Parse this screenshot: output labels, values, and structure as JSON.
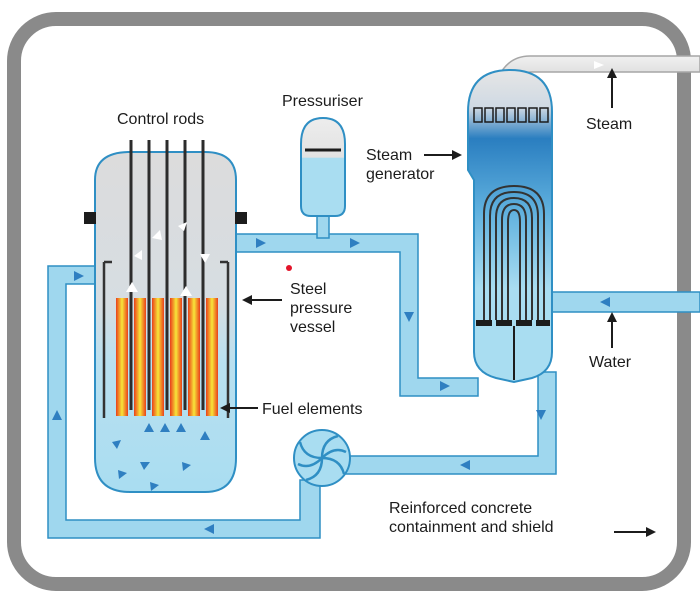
{
  "labels": {
    "control_rods": "Control rods",
    "pressuriser": "Pressuriser",
    "steam_generator": "Steam\ngenerator",
    "steam": "Steam",
    "steel_pressure_vessel": "Steel\npressure\nvessel",
    "water": "Water",
    "fuel_elements": "Fuel elements",
    "containment": "Reinforced concrete\ncontainment and shield"
  },
  "colors": {
    "containment_wall": "#8a8a8a",
    "pipe": "#9fd7ee",
    "pipe_edge": "#2f8fc4",
    "water": "#a9ddf1",
    "steam_space": "#dcdcdc",
    "steam_generator_top": "#2a7ec0",
    "fuel_hot": "#e8401c",
    "fuel_core": "#f6e63a",
    "rod": "#333333",
    "flow_arrow": "#2f7fc1"
  }
}
